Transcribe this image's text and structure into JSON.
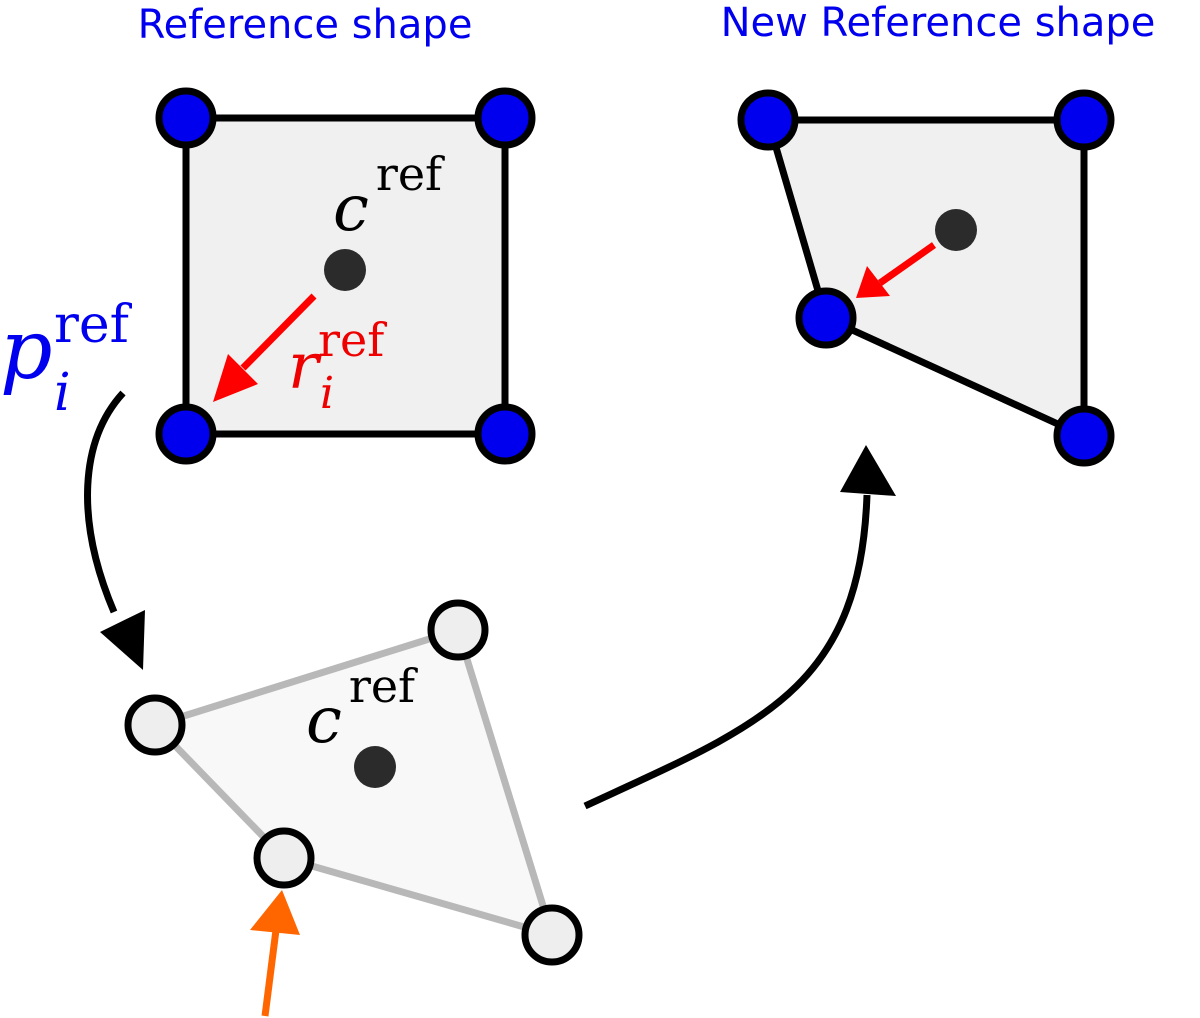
{
  "titles": {
    "reference": "Reference shape",
    "new_reference": "New Reference shape"
  },
  "labels": {
    "c_symbol": "c",
    "c_superscript": "ref",
    "p_symbol": "p",
    "p_subscript": "i",
    "p_superscript": "ref",
    "r_symbol": "r",
    "r_subscript": "i",
    "r_superscript": "ref"
  },
  "colors": {
    "title": "#0000ee",
    "vertex_fill": "#0000ee",
    "vertex_stroke": "#000000",
    "ghost_vertex_fill": "#eeeeee",
    "shape_fill": "#f0f0f0",
    "ghost_shape_fill": "#f8f8f8",
    "ghost_edge": "#b8b8b8",
    "centroid": "#2b2b2b",
    "offset_arrow": "#ff0000",
    "drag_arrow": "#ff6600",
    "flow_arrow": "#000000",
    "p_label": "#0000ee",
    "r_label": "#ee0000"
  }
}
